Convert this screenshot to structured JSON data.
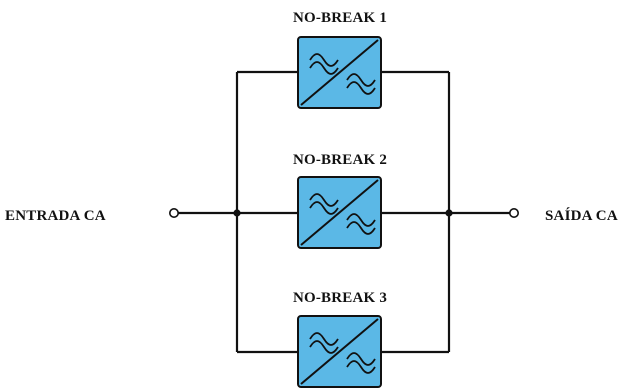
{
  "input_label": "ENTRADA CA",
  "output_label": "SAÍDA CA",
  "ups_units": [
    {
      "label": "NO-BREAK 1"
    },
    {
      "label": "NO-BREAK 2"
    },
    {
      "label": "NO-BREAK 3"
    }
  ],
  "colors": {
    "ups_fill": "#5bb8e6",
    "line": "#111111",
    "background": "#ffffff"
  },
  "icons": {
    "ups": "ac-ac-converter-icon",
    "terminal": "open-circle-terminal"
  }
}
